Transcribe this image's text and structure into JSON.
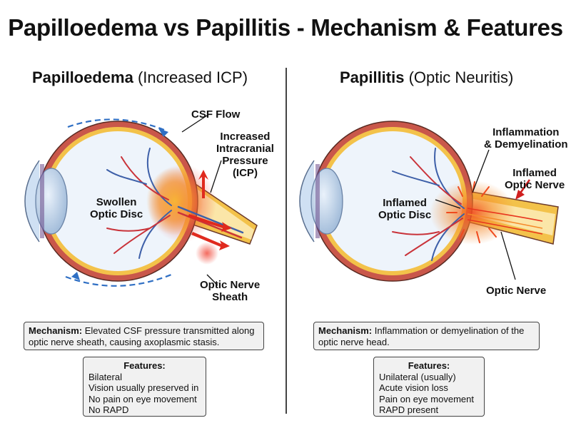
{
  "title": "Papilloedema vs Papillitis - Mechanism & Features",
  "left": {
    "heading": "Papilloedema",
    "subheading": "(Increased ICP)",
    "labels": {
      "csf_flow": "CSF Flow",
      "icp": [
        "Increased",
        "Intracranial",
        "Pressure",
        "(ICP)"
      ],
      "disc": [
        "Swollen",
        "Optic Disc"
      ],
      "sheath": [
        "Optic Nerve",
        "Sheath"
      ]
    },
    "mechanism_label": "Mechanism:",
    "mechanism_text_1": " Elevated CSF pressure transmitted along",
    "mechanism_text_2": "optic nerve sheath, causing axoplasmic stasis.",
    "features_heading": "Features:",
    "features": [
      "Bilateral",
      "Vision usually preserved in",
      "No pain on eye movement",
      "No RAPD"
    ]
  },
  "right": {
    "heading": "Papillitis",
    "subheading": "(Optic Neuritis)",
    "labels": {
      "inflammation": [
        "Inflammation",
        "& Demyelination"
      ],
      "inflamed_nerve": [
        "Inflamed",
        "Optic Nerve"
      ],
      "disc": [
        "Inflamed",
        "Optic Disc"
      ],
      "optic_nerve": "Optic Nerve"
    },
    "mechanism_label": "Mechanism:",
    "mechanism_text_1": " Inflammation or demyelination of the",
    "mechanism_text_2": "optic nerve head.",
    "features_heading": "Features:",
    "features": [
      "Unilateral (usually)",
      "Acute vision loss",
      "Pain on eye movement",
      "RAPD present"
    ]
  },
  "colors": {
    "sclera": "#c9574a",
    "choroid": "#f3c24a",
    "eye_fill": "#eef4fb",
    "csf_arrow": "#2f6fc4",
    "artery": "#c9333a",
    "vein": "#3d5fa8",
    "inflammation": "#f04a1e"
  }
}
